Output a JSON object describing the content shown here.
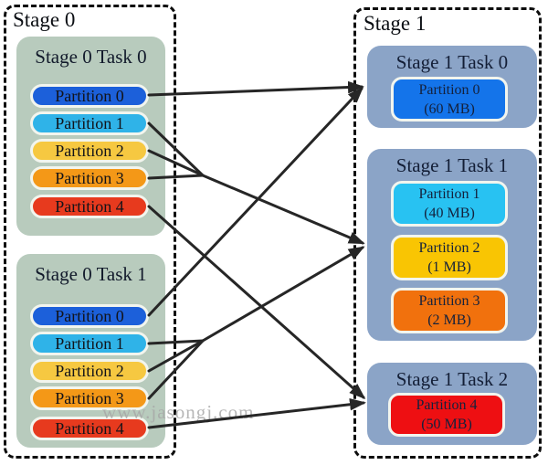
{
  "watermark": "www.jasongj.com",
  "colors": {
    "sage-box": "#b8cbbd",
    "slate-box": "#8ba4c7",
    "border": "#0d0d0d",
    "arrow": "#262626",
    "p0-left": "#1c60da",
    "p1-left": "#2fb3e8",
    "p2-left": "#f6c841",
    "p3-left": "#f49817",
    "p4-left": "#e73a1e",
    "p0-right": "#1474ea",
    "p1-right": "#28c2f2",
    "p2-right": "#f9c503",
    "p3-right": "#f1710d",
    "p4-right": "#ee0f12"
  },
  "stage0": {
    "title": "Stage 0",
    "tasks": [
      {
        "title": "Stage 0 Task 0",
        "partitions": [
          {
            "label": "Partition 0"
          },
          {
            "label": "Partition 1"
          },
          {
            "label": "Partition 2"
          },
          {
            "label": "Partition 3"
          },
          {
            "label": "Partition 4"
          }
        ]
      },
      {
        "title": "Stage 0 Task 1",
        "partitions": [
          {
            "label": "Partition 0"
          },
          {
            "label": "Partition 1"
          },
          {
            "label": "Partition 2"
          },
          {
            "label": "Partition 3"
          },
          {
            "label": "Partition 4"
          }
        ]
      }
    ]
  },
  "stage1": {
    "title": "Stage 1",
    "tasks": [
      {
        "title": "Stage 1 Task 0",
        "partitions": [
          {
            "label": "Partition 0",
            "size": "(60 MB)"
          }
        ]
      },
      {
        "title": "Stage 1 Task 1",
        "partitions": [
          {
            "label": "Partition 1",
            "size": "(40 MB)"
          },
          {
            "label": "Partition 2",
            "size": "(1 MB)"
          },
          {
            "label": "Partition 3",
            "size": "(2 MB)"
          }
        ]
      },
      {
        "title": "Stage 1 Task 2",
        "partitions": [
          {
            "label": "Partition 4",
            "size": "(50 MB)"
          }
        ]
      }
    ]
  },
  "edges": [
    {
      "from": "Stage 0 Task 0 / Partition 0",
      "to": "Stage 1 Task 0"
    },
    {
      "from": "Stage 0 Task 0 / Partition 1",
      "to": "Stage 1 Task 1"
    },
    {
      "from": "Stage 0 Task 0 / Partition 2",
      "to": "Stage 1 Task 1"
    },
    {
      "from": "Stage 0 Task 0 / Partition 3",
      "to": "Stage 1 Task 1"
    },
    {
      "from": "Stage 0 Task 0 / Partition 4",
      "to": "Stage 1 Task 2"
    },
    {
      "from": "Stage 0 Task 1 / Partition 0",
      "to": "Stage 1 Task 0"
    },
    {
      "from": "Stage 0 Task 1 / Partition 1",
      "to": "Stage 1 Task 1"
    },
    {
      "from": "Stage 0 Task 1 / Partition 2",
      "to": "Stage 1 Task 1"
    },
    {
      "from": "Stage 0 Task 1 / Partition 3",
      "to": "Stage 1 Task 1"
    },
    {
      "from": "Stage 0 Task 1 / Partition 4",
      "to": "Stage 1 Task 2"
    }
  ]
}
